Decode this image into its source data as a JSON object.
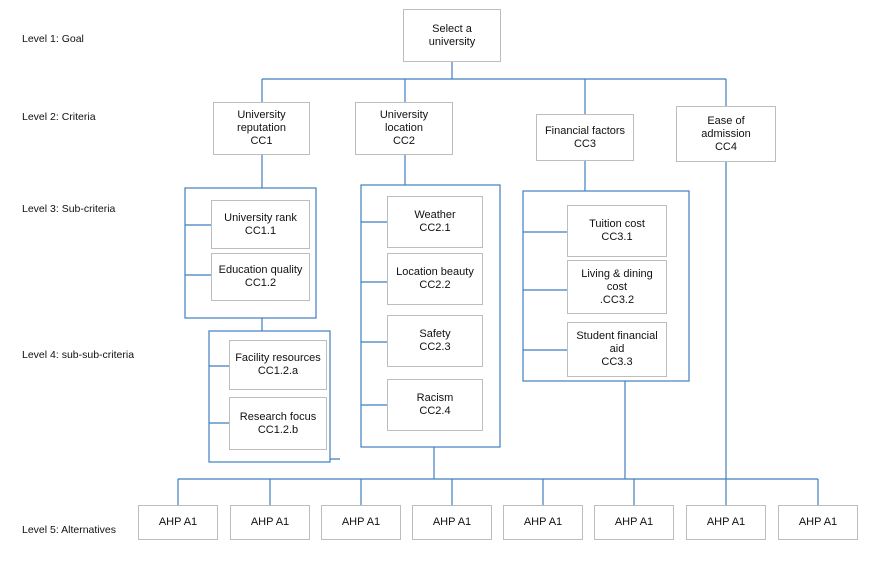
{
  "levels": {
    "l1": "Level 1: Goal",
    "l2": "Level 2: Criteria",
    "l3": "Level 3: Sub-criteria",
    "l4": "Level 4: sub-sub-criteria",
    "l5": "Level 5: Alternatives"
  },
  "goal": {
    "line1": "Select a",
    "line2": "university"
  },
  "criteria": [
    {
      "line1": "University",
      "line2": "reputation",
      "code": "CC1"
    },
    {
      "line1": "University",
      "line2": "location",
      "code": "CC2"
    },
    {
      "line1": "Financial factors",
      "code": "CC3"
    },
    {
      "line1": "Ease of",
      "line2": "admission",
      "code": "CC4"
    }
  ],
  "sub_cc1": [
    {
      "line1": "University rank",
      "code": "CC1.1"
    },
    {
      "line1": "Education quality",
      "code": "CC1.2"
    }
  ],
  "sub_cc12": [
    {
      "line1": "Facility resources",
      "code": "CC1.2.a"
    },
    {
      "line1": "Research focus",
      "code": "CC1.2.b"
    }
  ],
  "sub_cc2": [
    {
      "line1": "Weather",
      "code": "CC2.1"
    },
    {
      "line1": "Location beauty",
      "code": "CC2.2"
    },
    {
      "line1": "Safety",
      "code": "CC2.3"
    },
    {
      "line1": "Racism",
      "code": "CC2.4"
    }
  ],
  "sub_cc3": [
    {
      "line1": "Tuition cost",
      "code": "CC3.1"
    },
    {
      "line1": "Living & dining",
      "line2": "cost",
      "code": ".CC3.2"
    },
    {
      "line1": "Student financial",
      "line2": "aid",
      "code": "CC3.3"
    }
  ],
  "alternatives": [
    "AHP A1",
    "AHP A1",
    "AHP A1",
    "AHP A1",
    "AHP A1",
    "AHP A1",
    "AHP A1",
    "AHP A1"
  ],
  "colors": {
    "connector": "#3f7fc0",
    "box_border": "#bdbdbd"
  }
}
